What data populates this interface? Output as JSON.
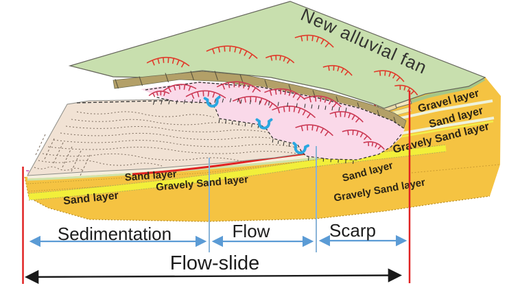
{
  "diagram": {
    "title": "New alluvial fan",
    "layer_labels": {
      "right_gravel": "Gravel layer",
      "right_sand": "Sand layer",
      "right_gravely_sand": "Gravely Sand layer",
      "mid_sand": "Sand layer",
      "mid_gravely_sand": "Gravely Sand layer",
      "left_sand": "Sand layer",
      "lower_sand": "Sand layer",
      "lower_gravely_sand": "Gravely Sand layer"
    },
    "zones": {
      "sedimentation": "Sedimentation",
      "flow": "Flow",
      "scarp": "Scarp",
      "flow_slide": "Flow-slide"
    },
    "colors": {
      "alluvial_fan_green": "#c8dfae",
      "debris_band_brown": "#b3a068",
      "flow_pink": "#fad9e9",
      "sediment_tan": "#f1e2d4",
      "gravel_orange": "#f5c342",
      "sand_yellow": "#f2ef3a",
      "rupture_red": "#e02222",
      "measure_blue": "#5b9bd5",
      "spring_blue": "#2aa7e0",
      "hachure_red_fan": "#e03a2a",
      "hachure_red_flow": "#cc3a55",
      "arrow_black": "#1a1a1a"
    }
  }
}
